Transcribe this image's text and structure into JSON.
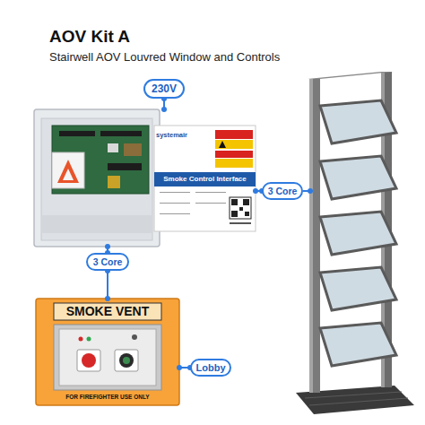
{
  "diagram": {
    "title": "AOV Kit A",
    "nodes": [
      {
        "text": [
          "230V"
        ]
      },
      {
        "text": [
          "systemair",
          "Smoke Control Interface"
        ]
      },
      {
        "text": [
          "3 Core"
        ]
      },
      {
        "text": [
          "3 Core"
        ]
      },
      {
        "text": [
          "SMOKE VENT",
          "FOR FIREFIGHTER USE ONLY"
        ]
      },
      {
        "text": [
          "Lobby"
        ]
      }
    ],
    "edges": [
      {
        "from": 0,
        "to": 1,
        "arrow": "none"
      },
      {
        "from": 1,
        "to": 2,
        "arrow": "none"
      },
      {
        "from": 1,
        "to": 3,
        "arrow": "none"
      },
      {
        "from": 3,
        "to": 4,
        "arrow": "none"
      },
      {
        "from": 4,
        "to": 5,
        "arrow": "none"
      }
    ],
    "labels": [
      "Stairwell AOV Louvred Window and Controls"
    ]
  }
}
